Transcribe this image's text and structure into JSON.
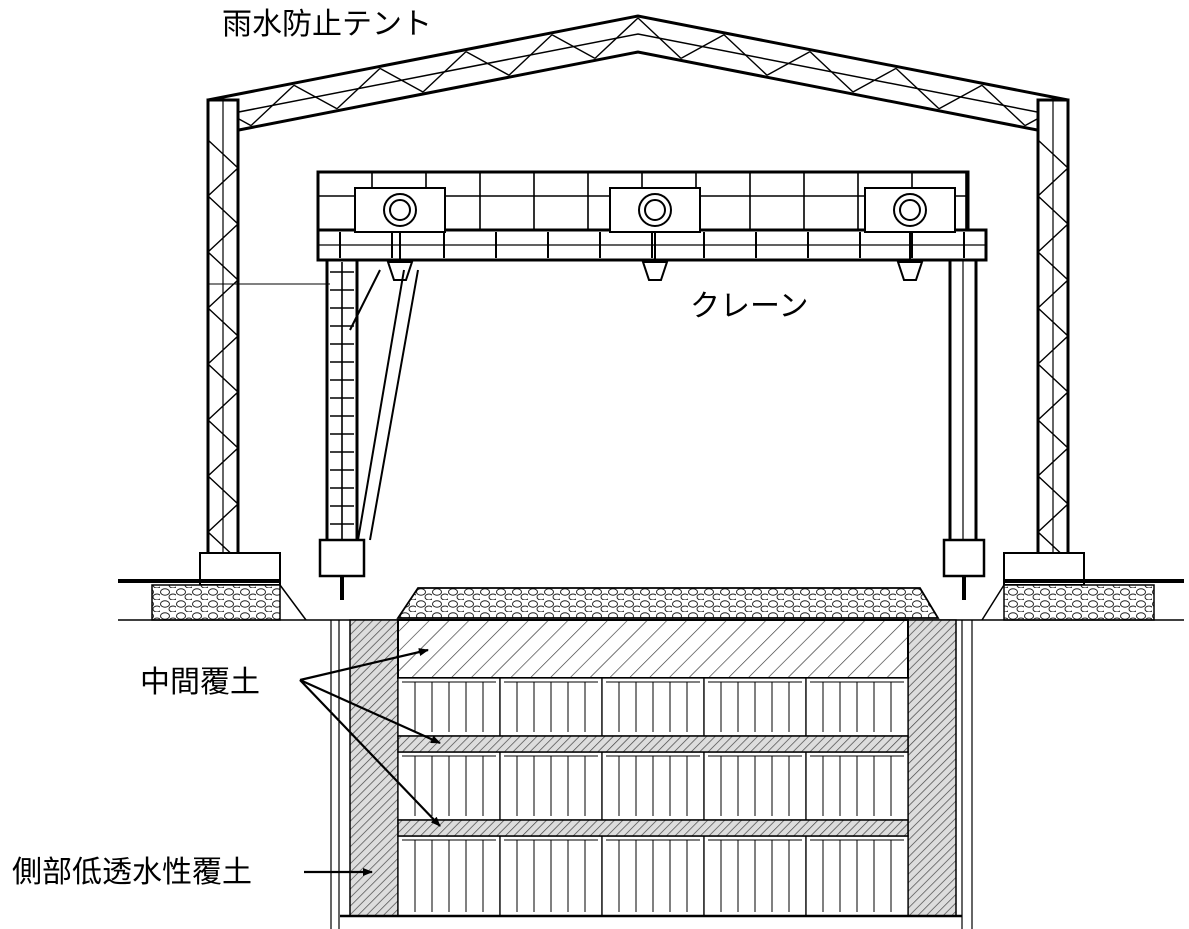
{
  "labels": {
    "rain_tent": "雨水防止テント",
    "crane": "クレーン",
    "intermediate_cover": "中間覆土",
    "side_low_permeability_cover": "側部低透水性覆土"
  },
  "colors": {
    "line": "#000000",
    "background": "#ffffff",
    "hatch_fill": "#dddddd"
  }
}
